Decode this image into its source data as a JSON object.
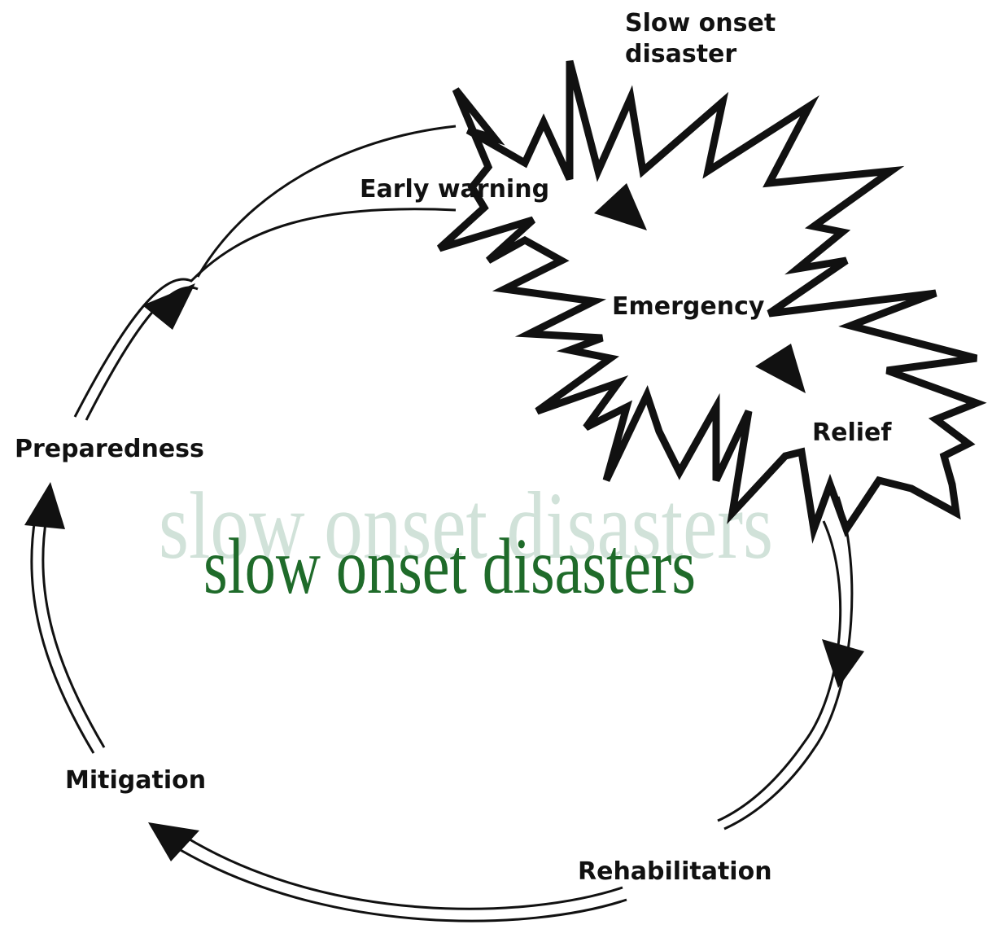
{
  "diagram": {
    "burst_label": [
      "Slow onset",
      "disaster"
    ],
    "stages": {
      "early_warning": "Early warning",
      "emergency": "Emergency",
      "relief": "Relief",
      "rehabilitation": "Rehabilitation",
      "mitigation": "Mitigation",
      "preparedness": "Preparedness"
    },
    "watermark_text": "slow onset disasters",
    "overlay_text": "slow onset disasters",
    "colors": {
      "line": "#111111",
      "overlay": "#1f6b2a",
      "watermark": "#c9ddd3"
    }
  }
}
